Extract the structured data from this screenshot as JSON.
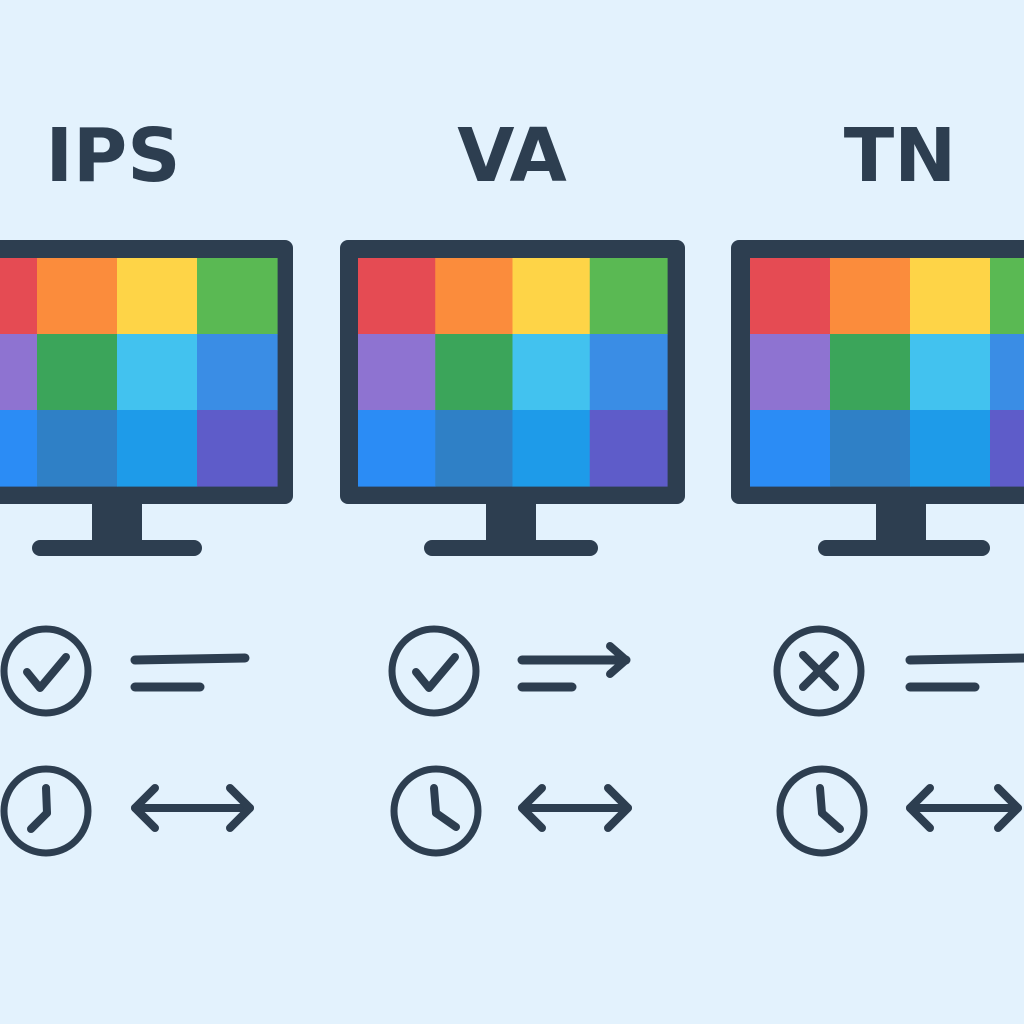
{
  "palette": {
    "background": "#e3f2fd",
    "ink": "#2d3e50",
    "bezel": "#2d3e50"
  },
  "swatch_colors": [
    [
      "#e54b53",
      "#fb8c3c",
      "#fed447",
      "#5ab953"
    ],
    [
      "#8e73d1",
      "#3ba55a",
      "#42c2ef",
      "#3a8de5"
    ],
    [
      "#2b8cf5",
      "#2f80c6",
      "#1e9be9",
      "#5e5cc9"
    ]
  ],
  "panels": [
    {
      "title": "IPS",
      "quality_icon": "check-circle-icon",
      "quality_indicator": "lines-icon",
      "time_icon": "clock-icon",
      "time_indicator": "double-arrow-icon"
    },
    {
      "title": "VA",
      "quality_icon": "check-circle-icon",
      "quality_indicator": "lines-arrow-icon",
      "time_icon": "clock-icon",
      "time_indicator": "double-arrow-icon"
    },
    {
      "title": "TN",
      "quality_icon": "x-circle-icon",
      "quality_indicator": "lines-icon",
      "time_icon": "clock-icon",
      "time_indicator": "double-arrow-icon"
    }
  ]
}
